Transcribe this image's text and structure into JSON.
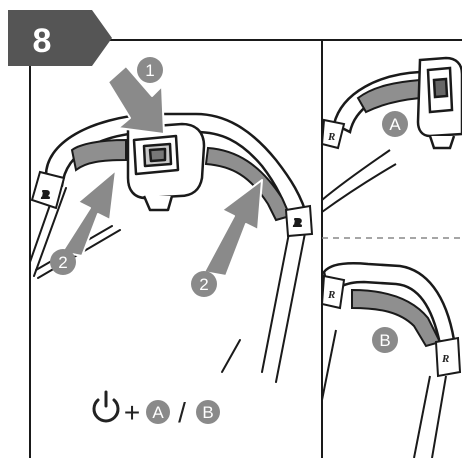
{
  "step": {
    "number": "8"
  },
  "callouts": {
    "press": "1",
    "squeeze": "2",
    "option_a": "A",
    "option_b": "B"
  },
  "formula": {
    "plus": "+",
    "a": "A",
    "slash": "/",
    "b": "B"
  },
  "brand_mark": "R",
  "colors": {
    "badge": "#555555",
    "arrow": "#8a8a8a",
    "callout": "#8a8a8a",
    "grip": "#8f8f8f",
    "line": "#1a1a1a"
  }
}
